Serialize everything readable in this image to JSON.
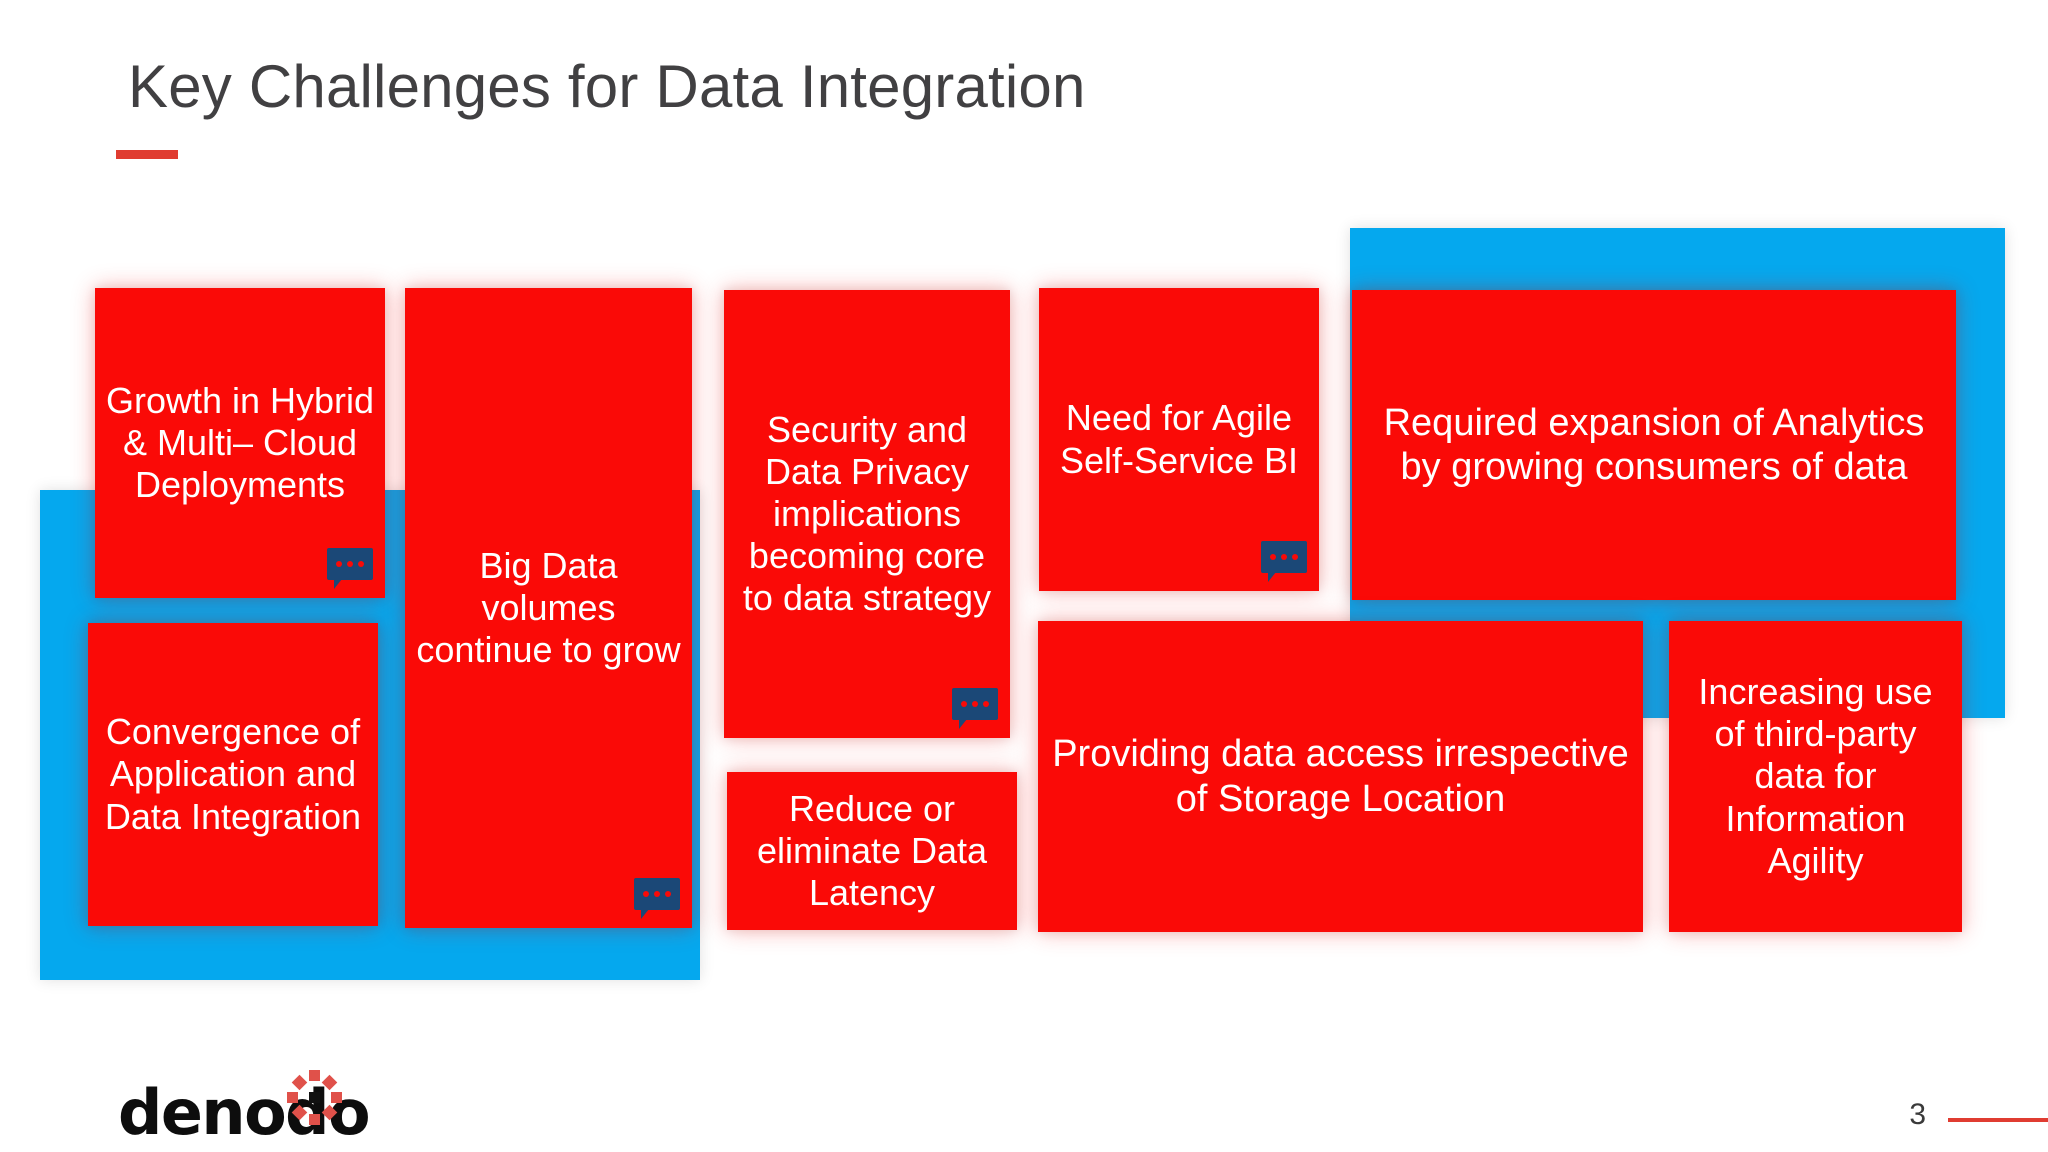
{
  "slide": {
    "title": "Key Challenges for Data Integration",
    "page_number": "3",
    "accent_color": "#E03C31",
    "tile_color": "#FA0A07",
    "backdrop_color": "#05A8EE",
    "comment_icon_color": "#1B4877",
    "title_color": "#414042"
  },
  "logo": {
    "wordmark": "denodo",
    "mark_name": "denodo-dots-mark"
  },
  "tiles": [
    {
      "id": "growth-hybrid-multicloud",
      "text": "Growth in Hybrid & Multi– Cloud Deployments",
      "has_comment": true
    },
    {
      "id": "convergence-app-data-integration",
      "text": "Convergence of Application and Data Integration",
      "has_comment": false
    },
    {
      "id": "big-data-volumes",
      "text": "Big Data volumes continue to grow",
      "has_comment": true
    },
    {
      "id": "security-data-privacy",
      "text": "Security and Data Privacy implications becoming core to data strategy",
      "has_comment": true
    },
    {
      "id": "reduce-data-latency",
      "text": "Reduce or eliminate Data Latency",
      "has_comment": false
    },
    {
      "id": "agile-self-service-bi",
      "text": "Need for Agile Self-Service BI",
      "has_comment": true
    },
    {
      "id": "expansion-of-analytics",
      "text": "Required expansion of Analytics by growing consumers of data",
      "has_comment": false
    },
    {
      "id": "data-access-irrespective-storage",
      "text": "Providing data access irrespective of Storage Location",
      "has_comment": false
    },
    {
      "id": "third-party-data-agility",
      "text": "Increasing use of third-party data for Information Agility",
      "has_comment": false
    }
  ]
}
